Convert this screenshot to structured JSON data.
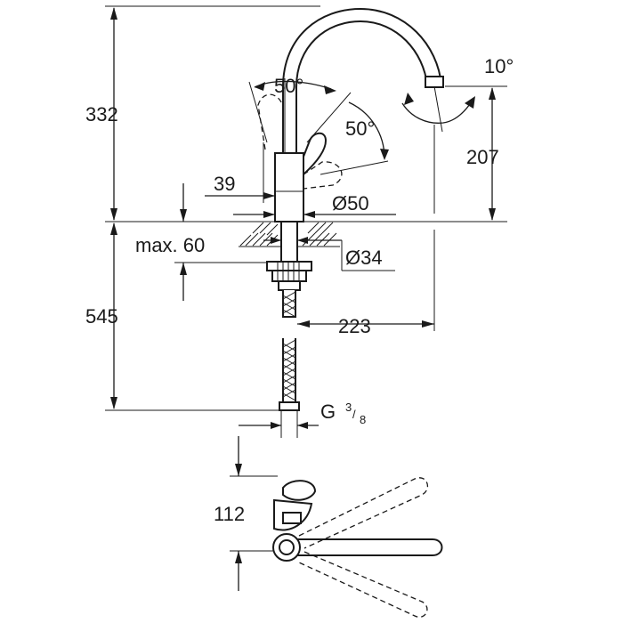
{
  "dimensions": {
    "height_total": "332",
    "lever_angle_top": "50°",
    "lever_angle_side": "50°",
    "spout_angle": "10°",
    "spout_height": "207",
    "body_offset": "39",
    "body_diameter": "Ø50",
    "max_thickness": "max. 60",
    "shank_diameter": "Ø34",
    "below_deck": "545",
    "spout_reach": "223",
    "connection": "G",
    "connection_fraction_num": "3",
    "connection_fraction_den": "8",
    "top_view_depth": "112"
  },
  "colors": {
    "line": "#1a1a1a",
    "background": "#ffffff"
  }
}
